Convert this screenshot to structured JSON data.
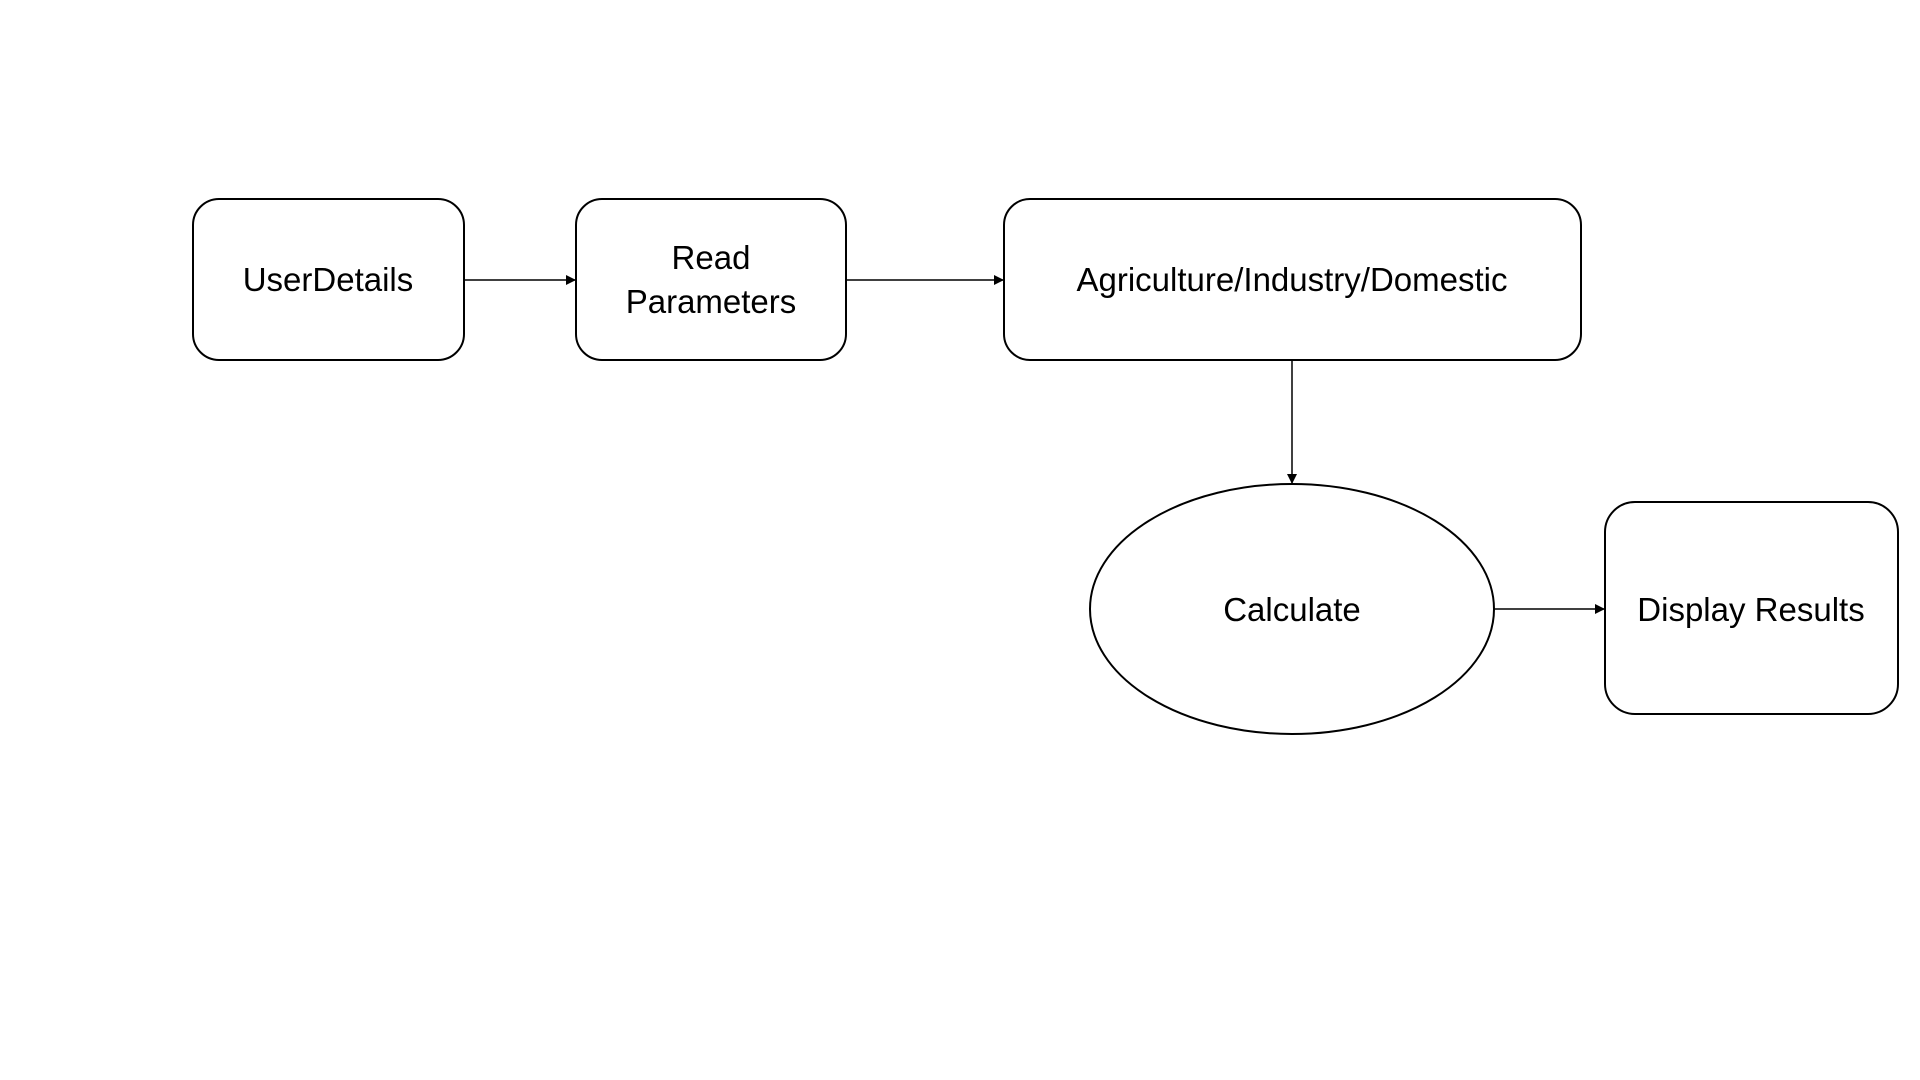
{
  "diagram": {
    "nodes": {
      "user_details": {
        "label": "UserDetails"
      },
      "read_parameters": {
        "label_line1": "Read",
        "label_line2": "Parameters"
      },
      "category": {
        "label": "Agriculture/Industry/Domestic"
      },
      "calculate": {
        "label": "Calculate"
      },
      "display_results": {
        "label": "Display Results"
      }
    },
    "colors": {
      "stroke": "#000000",
      "fill": "#ffffff",
      "text": "#000000"
    }
  }
}
